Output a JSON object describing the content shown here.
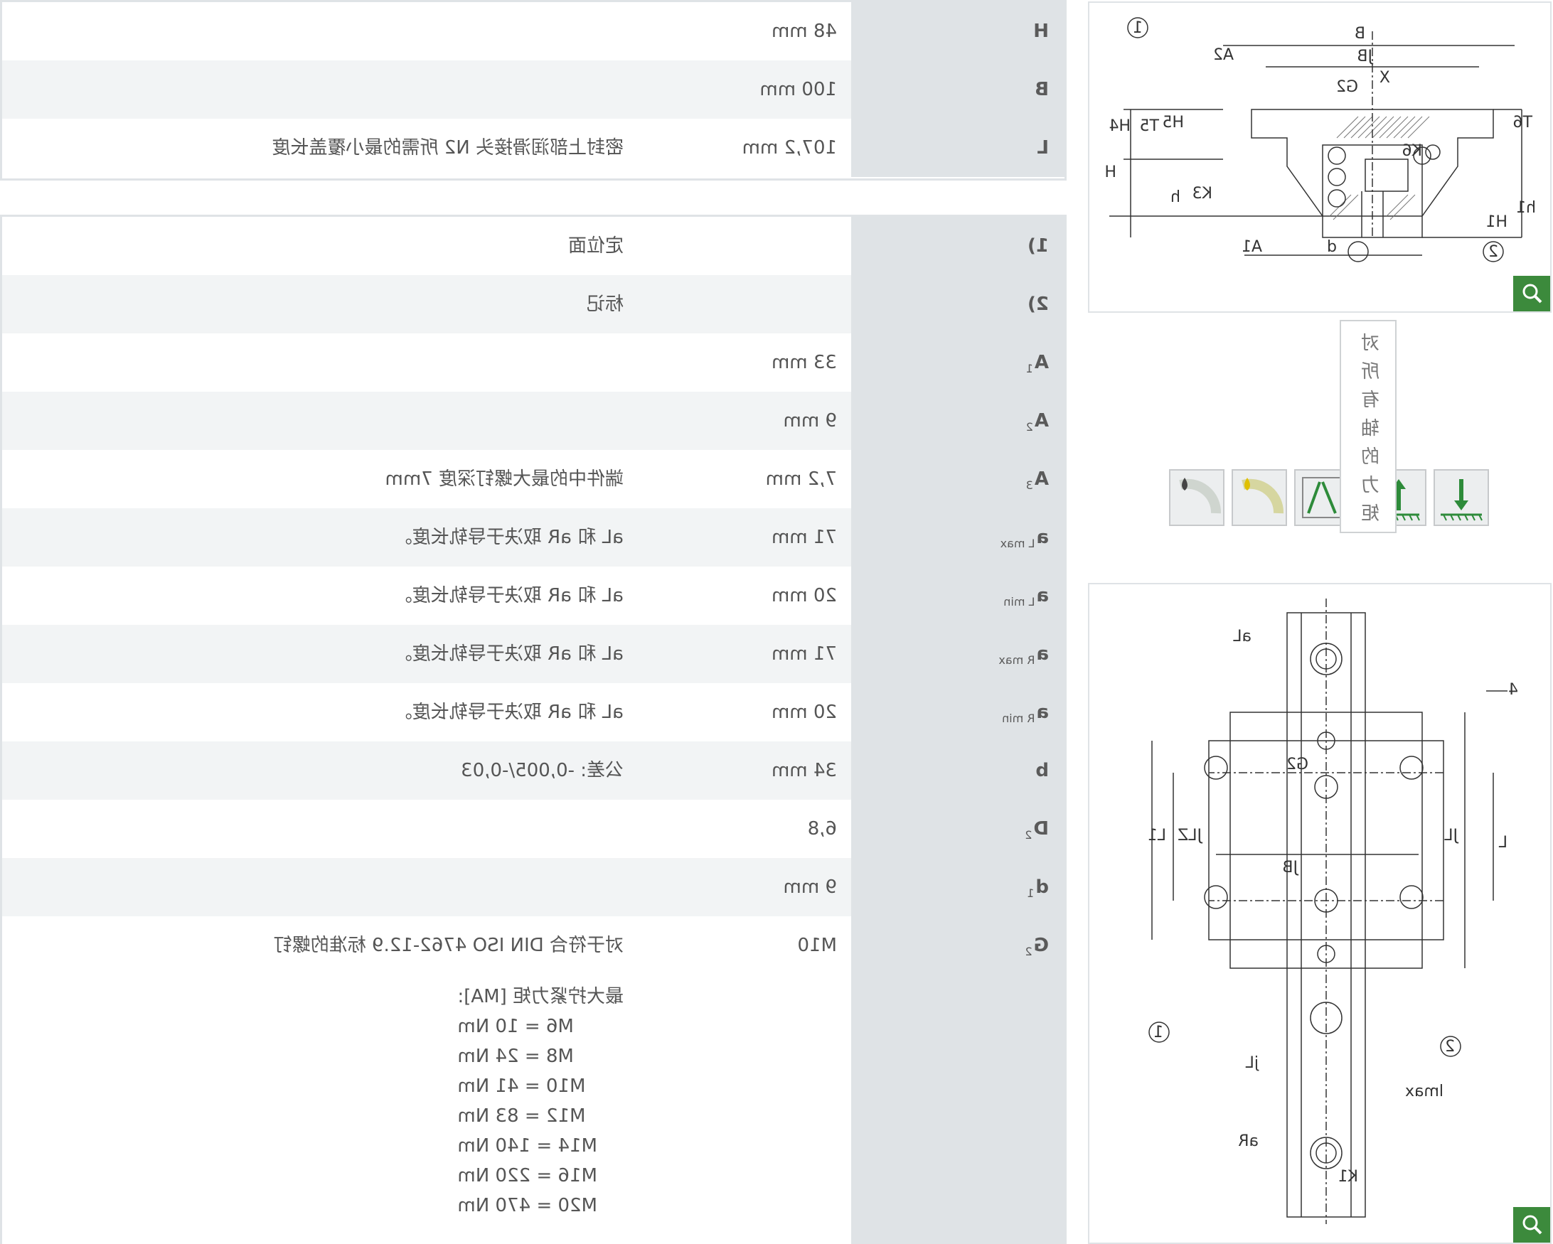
{
  "specs_top": [
    {
      "key": "H",
      "sub": "",
      "value": "48 mm",
      "note": ""
    },
    {
      "key": "B",
      "sub": "",
      "value": "100 mm",
      "note": ""
    },
    {
      "key": "L",
      "sub": "",
      "value": "107,2 mm",
      "note": "密封上部润滑接头 N2 所需的最小覆盖长度"
    }
  ],
  "specs_main": [
    {
      "key": "1)",
      "sub": "",
      "value": "",
      "note": "定位面"
    },
    {
      "key": "2)",
      "sub": "",
      "value": "",
      "note": "标记"
    },
    {
      "key": "A",
      "sub": "1",
      "value": "33 mm",
      "note": ""
    },
    {
      "key": "A",
      "sub": "2",
      "value": "9 mm",
      "note": ""
    },
    {
      "key": "A",
      "sub": "3",
      "value": "7,2 mm",
      "note": "端件中的最大螺钉深度 7mm"
    },
    {
      "key": "a",
      "sub": "L max",
      "value": "71 mm",
      "note": "aL 和 aR 取决于导轨长度。"
    },
    {
      "key": "a",
      "sub": "L min",
      "value": "20 mm",
      "note": "aL 和 aR 取决于导轨长度。"
    },
    {
      "key": "a",
      "sub": "R max",
      "value": "71 mm",
      "note": "aL 和 aR 取决于导轨长度。"
    },
    {
      "key": "a",
      "sub": "R min",
      "value": "20 mm",
      "note": "aL 和 aR 取决于导轨长度。"
    },
    {
      "key": "b",
      "sub": "",
      "value": "34 mm",
      "note": "公差: -0,005/-0,03"
    },
    {
      "key": "D",
      "sub": "2",
      "value": "6,8",
      "note": ""
    },
    {
      "key": "d",
      "sub": "1",
      "value": "9 mm",
      "note": ""
    },
    {
      "key": "G",
      "sub": "2",
      "value": "M10",
      "note": "对于符合 DIN ISO 4762-12.9 标准的螺钉"
    }
  ],
  "torque": {
    "heading": "最大拧紧力矩 [MA]:",
    "lines": [
      "M6 = 10 Nm",
      "M8 = 24 Nm",
      "M10 = 41 Nm",
      "M12 = 83 Nm",
      "M14 = 140 Nm",
      "M16 = 220 Nm",
      "M20 = 470 Nm"
    ]
  },
  "figure1_labels": {
    "B": "B",
    "JB": "JB",
    "A2": "A2",
    "G2": "G2",
    "X": "X",
    "H": "H",
    "H4": "H4",
    "T5": "T5",
    "H5": "H5",
    "T6": "T6",
    "K6": "K6",
    "K3": "K3",
    "h": "h",
    "A1": "A1",
    "d": "d",
    "H1": "H1",
    "h1": "h1",
    "c1": "1",
    "c2": "2"
  },
  "figure2_labels": {
    "aL": "aL",
    "G2": "G2",
    "L1": "L1",
    "JLZ": "JLZ",
    "JL": "JL",
    "L": "L",
    "JB": "JB",
    "four": "4",
    "c1": "1",
    "c2": "2",
    "jL": "jL",
    "lmax": "lmax",
    "aR": "aR",
    "K1": "K1"
  },
  "vertical_label": [
    "对",
    "所",
    "有",
    "轴",
    "的",
    "力",
    "矩"
  ],
  "icons": [
    "moment-icon-1",
    "moment-icon-2",
    "rotation-icon",
    "lubrication-yellow-icon",
    "lubrication-dark-icon"
  ],
  "colors": {
    "header_bg": "#dfe3e6",
    "row_alt": "#f2f4f5",
    "zoom_green": "#3c8a3c",
    "icon_green": "#2e8b3a"
  }
}
